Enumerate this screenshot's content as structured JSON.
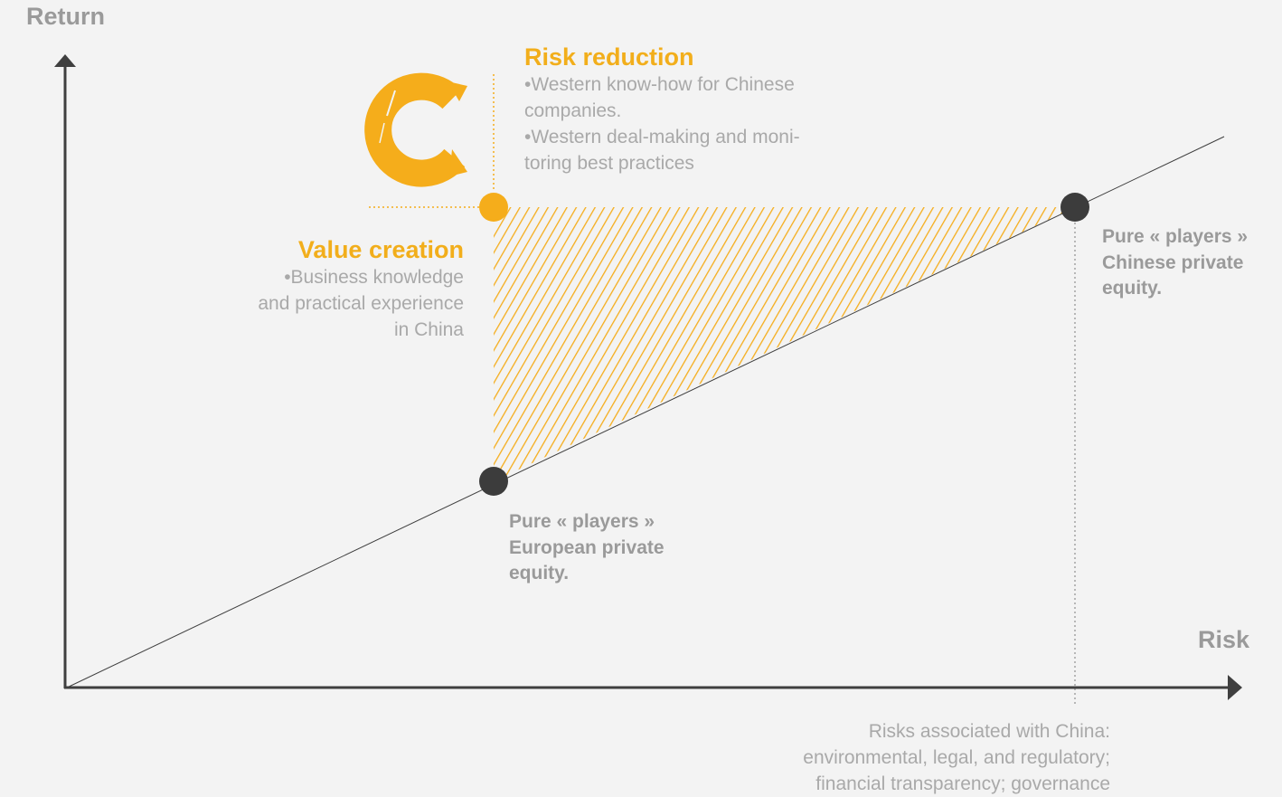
{
  "axes": {
    "y_title": "Return",
    "x_title": "Risk"
  },
  "risk_reduction": {
    "title": "Risk reduction",
    "lines": [
      "•Western know-how for Chinese",
      "companies.",
      "•Western deal-making and moni-",
      "toring best practices"
    ]
  },
  "value_creation": {
    "title": "Value creation",
    "lines": [
      "•Business knowledge",
      "and practical experience",
      "in China"
    ]
  },
  "players": {
    "chinese": [
      "Pure « players »",
      "Chinese private",
      "equity."
    ],
    "european": [
      "Pure « players »",
      "European private",
      "equity."
    ]
  },
  "china_risks": {
    "lines": [
      "Risks associated with China:",
      "environmental, legal, and regulatory;",
      "financial transparency; governance"
    ]
  },
  "colors": {
    "accent": "#f5ad1b",
    "axis": "#3f3f3f",
    "point": "#3c3c3c",
    "text_grey": "#9a9a9a",
    "background": "#f3f3f3"
  }
}
